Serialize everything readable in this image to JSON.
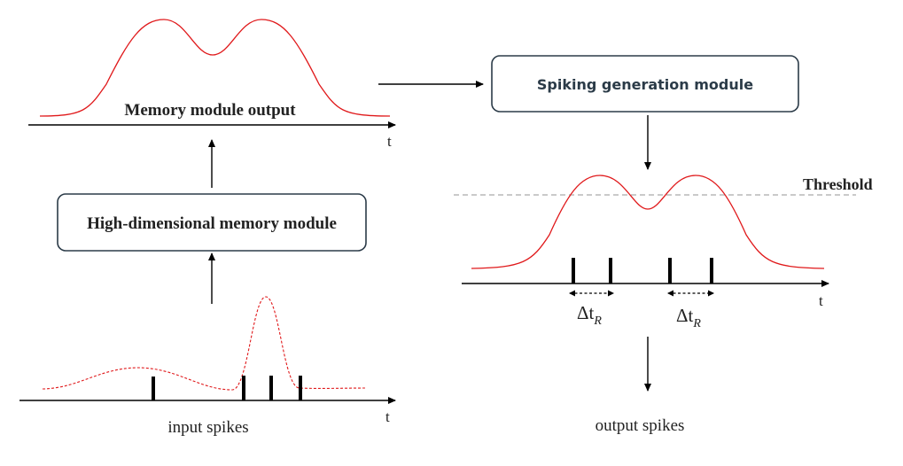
{
  "labels": {
    "memory_output": "Memory module output",
    "memory_module": "High-dimensional memory module",
    "spiking_module": "Spiking generation module",
    "threshold": "Threshold",
    "input_spikes": "input spikes",
    "output_spikes": "output spikes",
    "time_axis": "t",
    "delta_symbol": "Δt",
    "delta_subscript": "R"
  },
  "colors": {
    "signal": "#e0191b",
    "box_border": "#2b3b48",
    "threshold_line": "#aaaaaa"
  }
}
